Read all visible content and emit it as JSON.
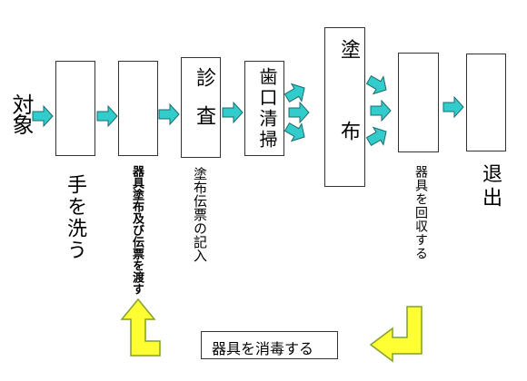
{
  "diagram": {
    "start_label": "対象",
    "steps": [
      {
        "label": "手を洗う"
      },
      {
        "label": "器具塗布及び伝票を渡す"
      },
      {
        "box_text": "診査",
        "label": "塗布伝票の記入"
      },
      {
        "box_text": "歯口清掃"
      },
      {
        "box_text": "塗布"
      },
      {
        "label": "器具を回収する"
      },
      {
        "label": "退出"
      }
    ],
    "return_step": {
      "label": "器具を消毒する"
    },
    "colors": {
      "flow_arrow_fill": "#33CCCC",
      "return_arrow_fill": "#FFFF33",
      "return_arrow_stroke": "#7FA02B",
      "box_border": "#333333"
    }
  }
}
